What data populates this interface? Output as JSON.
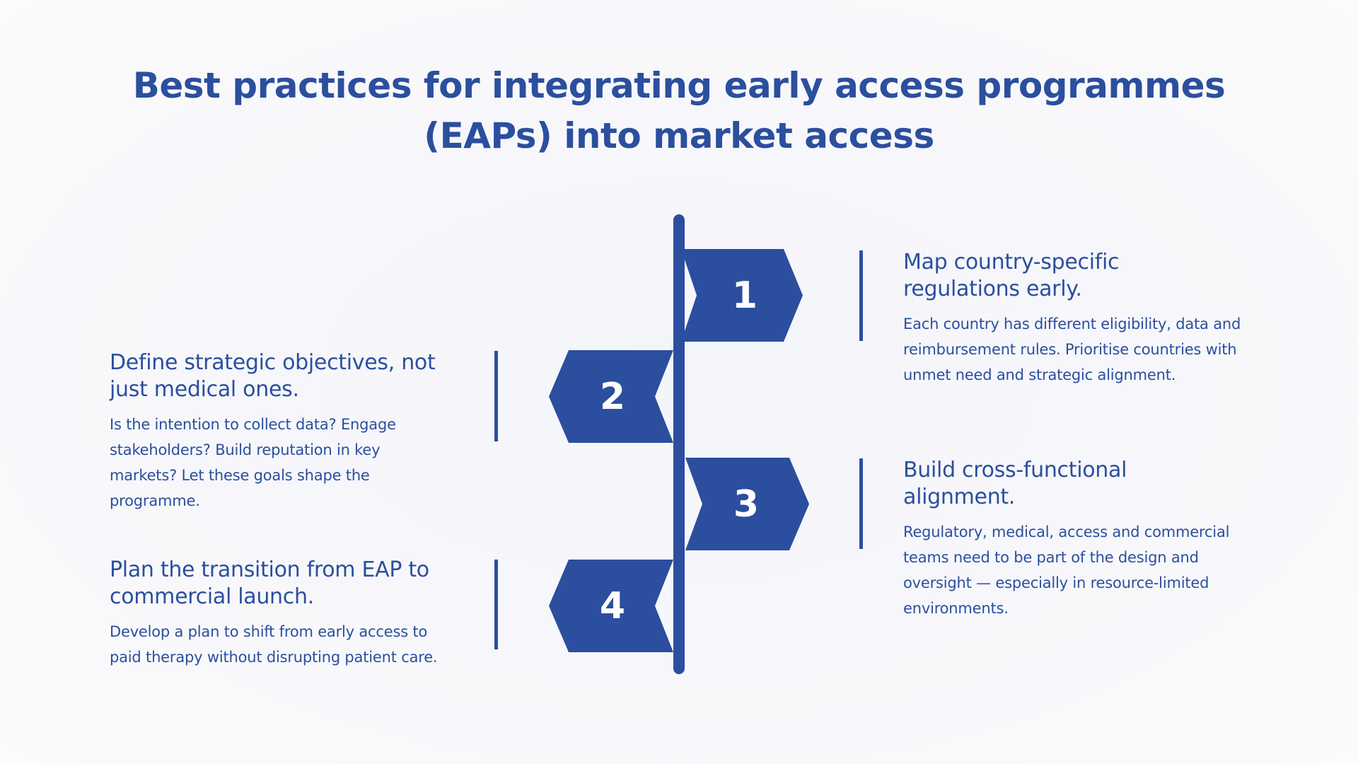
{
  "title": {
    "line1": "Best practices for integrating early access programmes",
    "line2": "(EAPs) into market access"
  },
  "colors": {
    "primary": "#2B4F9E",
    "background": "#F6F7FB",
    "flag_text": "#FFFFFF"
  },
  "steps": [
    {
      "number": "1",
      "side": "right",
      "heading": "Map country-specific regulations early.",
      "body": "Each country has different eligibility, data and reimbursement rules. Prioritise countries with unmet need and strategic alignment."
    },
    {
      "number": "2",
      "side": "left",
      "heading": "Define strategic objectives, not just medical ones.",
      "body": "Is the intention to collect data? Engage stakeholders? Build reputation in key markets? Let these goals shape the programme."
    },
    {
      "number": "3",
      "side": "right",
      "heading": "Build cross-functional alignment.",
      "body": "Regulatory, medical, access and commercial teams need to be part of the design and oversight — especially in resource-limited environments."
    },
    {
      "number": "4",
      "side": "left",
      "heading": "Plan the transition from EAP to commercial launch.",
      "body": "Develop a plan to shift from early access to paid therapy without disrupting patient care."
    }
  ]
}
